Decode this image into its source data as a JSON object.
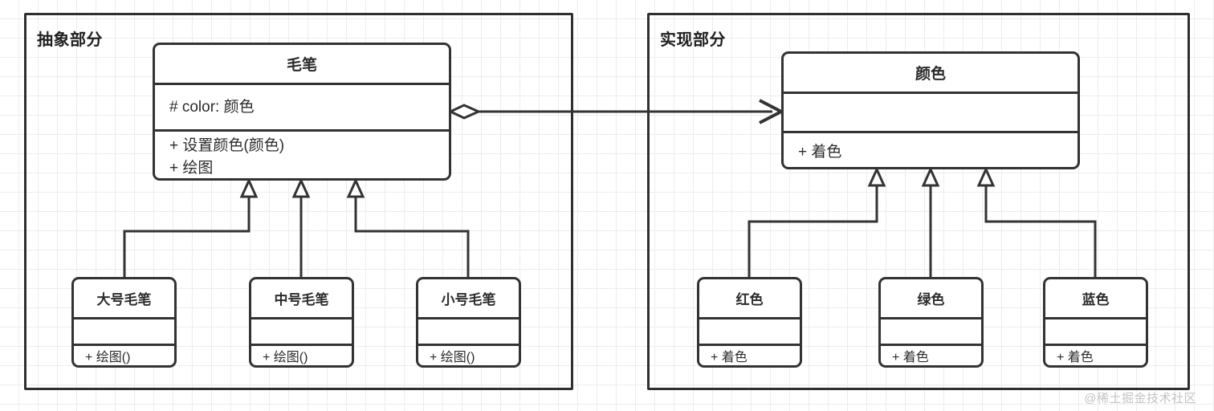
{
  "diagram": {
    "type": "uml-class-diagram",
    "title_watermark": "@稀土掘金技术社区",
    "packages": [
      {
        "id": "abstraction",
        "label": "抽象部分"
      },
      {
        "id": "implementation",
        "label": "实现部分"
      }
    ],
    "classes": {
      "maobi": {
        "name": "毛笔",
        "attributes": [
          "# color: 颜色"
        ],
        "operations": [
          "+ 设置颜色(颜色)",
          "+ 绘图"
        ]
      },
      "yanse": {
        "name": "颜色",
        "attributes": [],
        "operations": [
          "+ 着色"
        ]
      },
      "dahao": {
        "name": "大号毛笔",
        "attributes": [],
        "operations": [
          "+ 绘图()"
        ]
      },
      "zhonghao": {
        "name": "中号毛笔",
        "attributes": [],
        "operations": [
          "+ 绘图()"
        ]
      },
      "xiaohao": {
        "name": "小号毛笔",
        "attributes": [],
        "operations": [
          "+ 绘图()"
        ]
      },
      "hongse": {
        "name": "红色",
        "attributes": [],
        "operations": [
          "+ 着色"
        ]
      },
      "lvse": {
        "name": "绿色",
        "attributes": [],
        "operations": [
          "+ 着色"
        ]
      },
      "lanse": {
        "name": "蓝色",
        "attributes": [],
        "operations": [
          "+ 着色"
        ]
      }
    },
    "relations": [
      {
        "kind": "aggregation",
        "from": "maobi",
        "to": "yanse"
      },
      {
        "kind": "generalization",
        "from": "dahao",
        "to": "maobi"
      },
      {
        "kind": "generalization",
        "from": "zhonghao",
        "to": "maobi"
      },
      {
        "kind": "generalization",
        "from": "xiaohao",
        "to": "maobi"
      },
      {
        "kind": "generalization",
        "from": "hongse",
        "to": "yanse"
      },
      {
        "kind": "generalization",
        "from": "lvse",
        "to": "yanse"
      },
      {
        "kind": "generalization",
        "from": "lanse",
        "to": "yanse"
      }
    ],
    "colors": {
      "stroke": "#333333",
      "package_stroke": "#2f2f2f",
      "text": "#2b2b2b",
      "background": "#ffffff",
      "grid": "#ededed",
      "watermark": "#c3c3c3"
    }
  }
}
